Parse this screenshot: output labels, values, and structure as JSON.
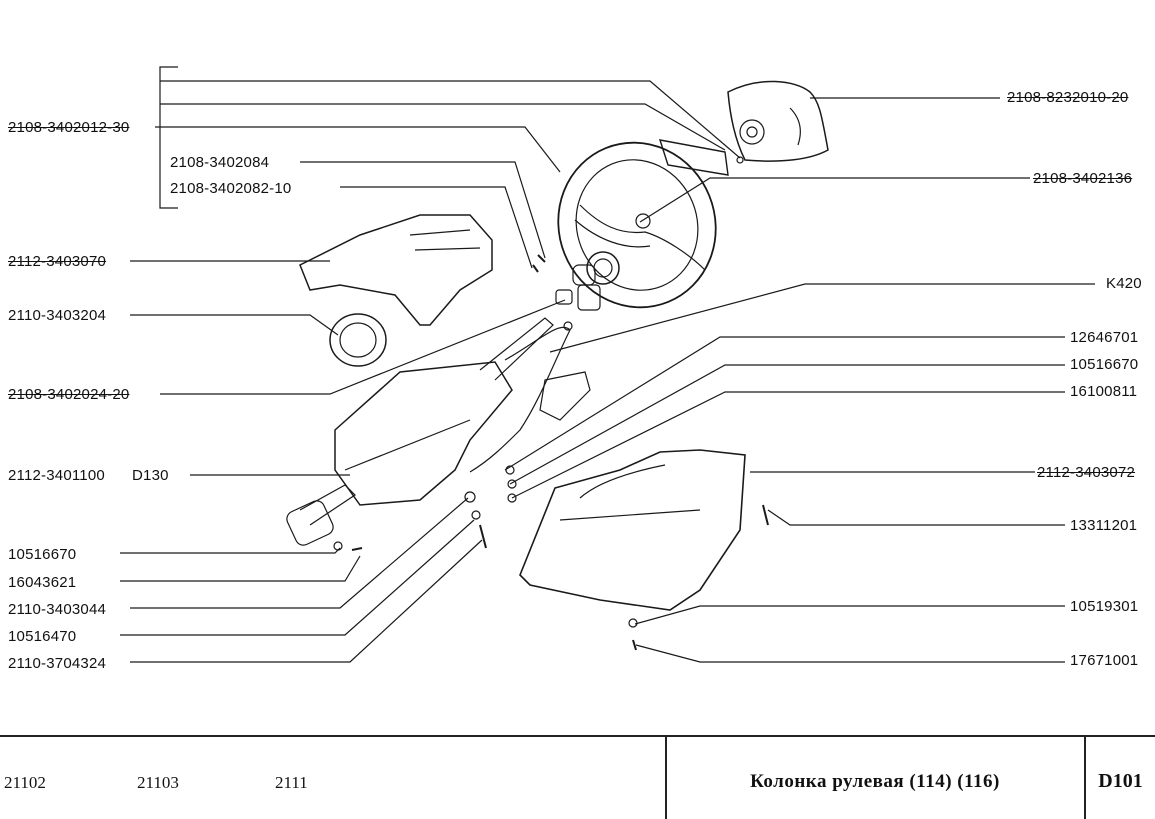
{
  "labels": {
    "l1": "2108-3402012-30",
    "l2": "2108-3402084",
    "l3": "2108-3402082-10",
    "l4": "2112-3403070",
    "l5": "2110-3403204",
    "l6": "2108-3402024-20",
    "l7": "2112-3401100",
    "l7b": "D130",
    "l8": "10516670",
    "l9": "16043621",
    "l10": "2110-3403044",
    "l11": "10516470",
    "l12": "2110-3704324",
    "r1": "2108-8232010-20",
    "r2": "2108-3402136",
    "r3": "K420",
    "r4": "12646701",
    "r5": "10516670",
    "r6": "16100811",
    "r7": "2112-3403072",
    "r8": "13311201",
    "r9": "10519301",
    "r10": "17671001"
  },
  "footer": {
    "models": [
      "21102",
      "21103",
      "2111"
    ],
    "title": "Колонка рулевая (114) (116)",
    "code": "D101"
  }
}
